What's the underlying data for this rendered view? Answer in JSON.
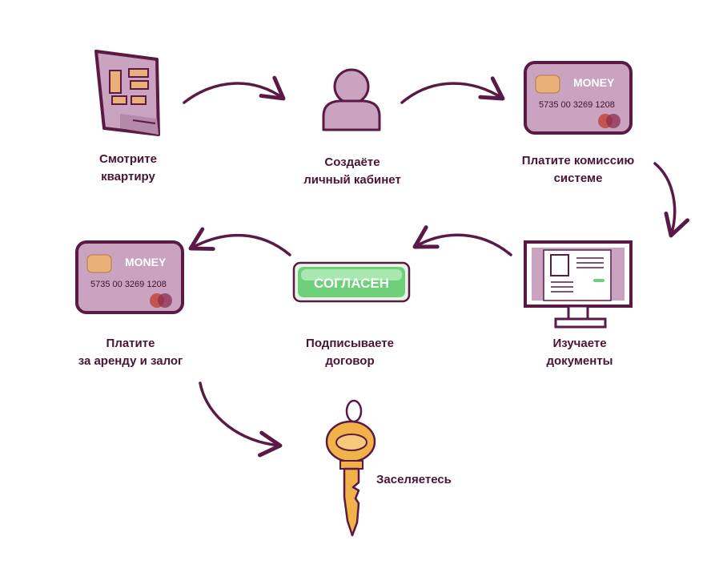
{
  "steps": [
    {
      "id": "view",
      "lines": [
        "Смотрите",
        "квартиру"
      ],
      "icon": "building-icon"
    },
    {
      "id": "account",
      "lines": [
        "Создаёте",
        "личный кабинет"
      ],
      "icon": "user-icon"
    },
    {
      "id": "fee",
      "lines": [
        "Платите комиссию",
        "системе"
      ],
      "icon": "credit-card-icon"
    },
    {
      "id": "docs",
      "lines": [
        "Изучаете",
        "документы"
      ],
      "icon": "monitor-icon"
    },
    {
      "id": "sign",
      "lines": [
        "Подписываете",
        "договор"
      ],
      "icon": "agree-button-icon"
    },
    {
      "id": "pay",
      "lines": [
        "Платите",
        "за аренду и залог"
      ],
      "icon": "credit-card-icon"
    },
    {
      "id": "move",
      "lines": [
        "Заселяетесь"
      ],
      "icon": "key-icon"
    }
  ],
  "card": {
    "brand": "MONEY",
    "number": "5735 00 3269 1208"
  },
  "agree_button": {
    "label": "СОГЛАСЕН"
  },
  "colors": {
    "outline": "#5a1a45",
    "fill": "#c9a3bf",
    "label": "#4a1434",
    "chip": "#e9b077",
    "green": "#6fcf7a",
    "key": "#f2b24a"
  }
}
